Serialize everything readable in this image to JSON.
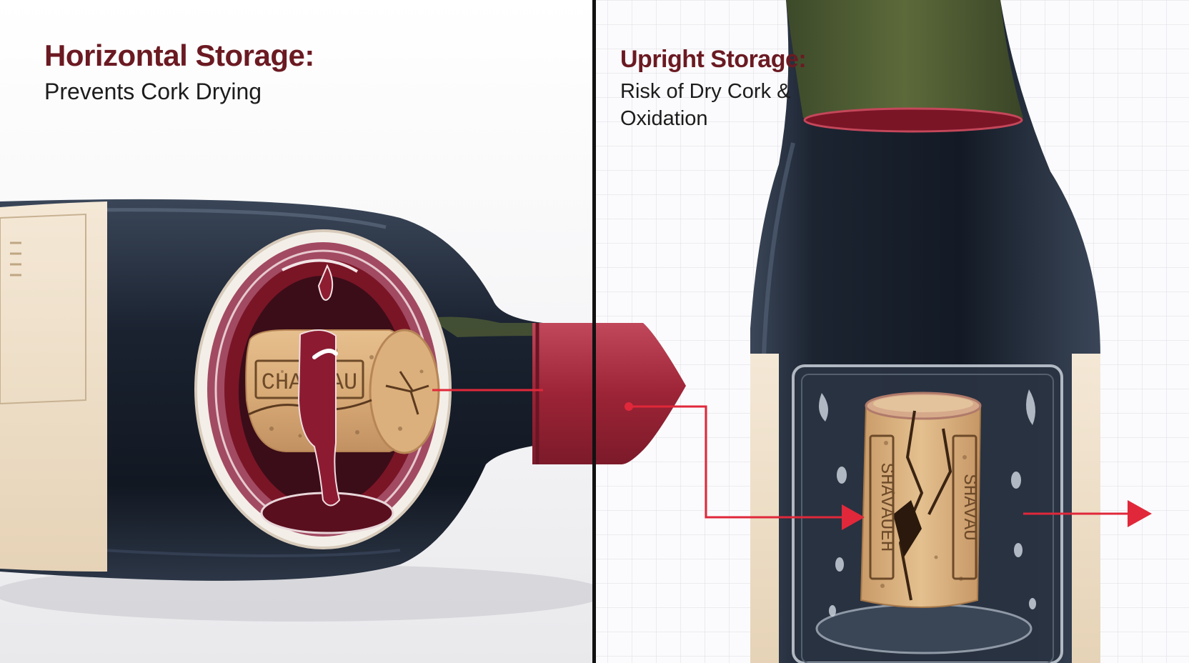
{
  "left_panel": {
    "title": "Horizontal Storage:",
    "subtitle": "Prevents Cork Drying"
  },
  "right_panel": {
    "title": "Upright Storage:",
    "subtitle": "Risk of Dry Cork & Oxidation"
  },
  "illustration": {
    "left_cork_stamp": "CHAT AU",
    "right_cork_stamp_left": "SHAVAUEH",
    "right_cork_stamp_right": "SHAVAU"
  },
  "colors": {
    "wine": "#7a1526",
    "title": "#6b1a22",
    "arrow": "#e0283a",
    "glass": "#1a2230",
    "cork": "#d9ac78",
    "capsule": "#a52a3c",
    "label": "#f1e3cf"
  }
}
